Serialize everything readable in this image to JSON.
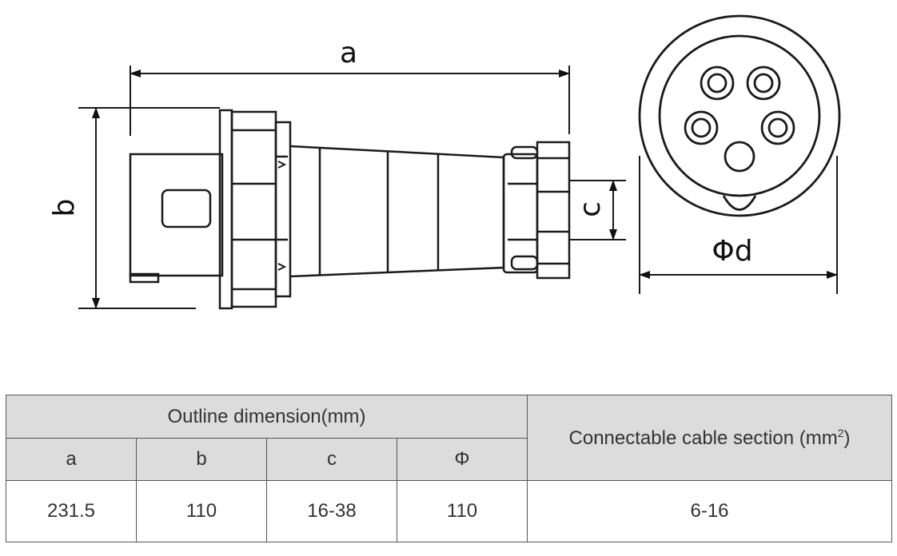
{
  "drawing": {
    "labels": {
      "a": "a",
      "b": "b",
      "c": "c",
      "d": "Φd"
    }
  },
  "table": {
    "header_outline": "Outline dimension(mm)",
    "header_cable": "Connectable cable section (mm",
    "header_cable_sup": "2",
    "header_cable_close": ")",
    "columns": [
      "a",
      "b",
      "c",
      "Φ"
    ],
    "values": [
      "231.5",
      "110",
      "16-38",
      "110"
    ],
    "cable_value": "6-16"
  }
}
